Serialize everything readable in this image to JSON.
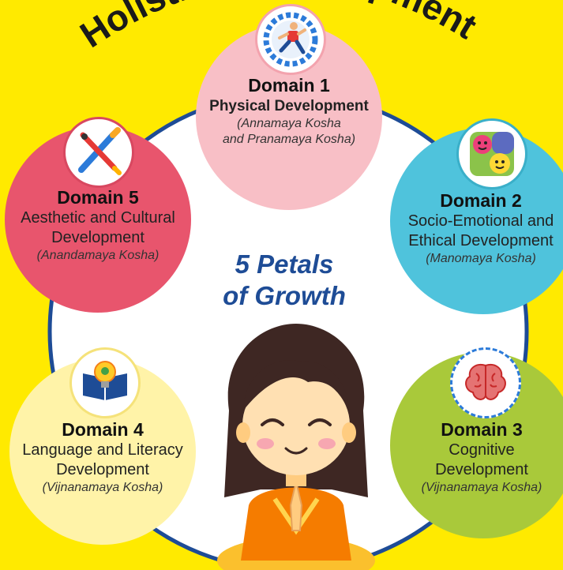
{
  "header": {
    "title_left": "Holistic",
    "title_right": "opment"
  },
  "center": {
    "line1": "5 Petals",
    "line2": "of Growth"
  },
  "domains": {
    "d1": {
      "label": "Domain 1",
      "name": "Physical Development",
      "kosha_l1": "(Annamaya Kosha",
      "kosha_l2": "and Pranamaya Kosha)",
      "icon": "runner-gear-icon",
      "color": "#F8BFC6"
    },
    "d2": {
      "label": "Domain 2",
      "name_l1": "Socio-Emotional and",
      "name_l2": "Ethical Development",
      "kosha": "(Manomaya Kosha)",
      "icon": "emotion-faces-icon",
      "color": "#4FC3DC"
    },
    "d3": {
      "label": "Domain 3",
      "name_l1": "Cognitive",
      "name_l2": "Development",
      "kosha": "(Vijnanamaya Kosha)",
      "icon": "brain-icon",
      "color": "#A9C93A"
    },
    "d4": {
      "label": "Domain 4",
      "name_l1": "Language and Literacy",
      "name_l2": "Development",
      "kosha": "(Vijnanamaya Kosha)",
      "icon": "book-lightbulb-icon",
      "color": "#FFF3A8"
    },
    "d5": {
      "label": "Domain 5",
      "name_l1": "Aesthetic and Cultural",
      "name_l2": "Development",
      "kosha": "(Anandamaya Kosha)",
      "icon": "paint-tools-icon",
      "color": "#E8556D"
    }
  }
}
